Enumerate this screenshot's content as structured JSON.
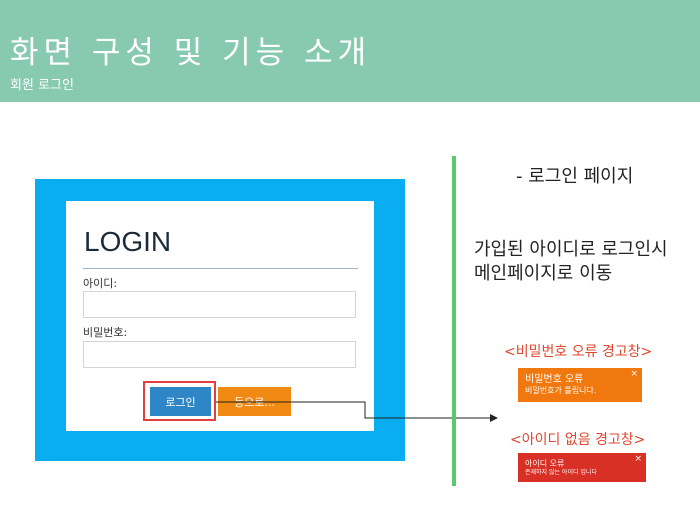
{
  "header": {
    "title": "화면 구성 및 기능 소개",
    "subtitle": "회원 로그인"
  },
  "login_form": {
    "title": "LOGIN",
    "id_label": "아이디:",
    "id_value": "",
    "password_label": "비밀번호:",
    "password_value": "",
    "login_button": "로그인",
    "signup_button": "등으로..."
  },
  "description": {
    "title": "- 로그인 페이지",
    "body": "가입된 아이디로 로그인시\n메인페이지로 이동"
  },
  "password_alert": {
    "label": "<비밀번호 오류 경고창>",
    "title": "비밀번호 오류",
    "message": "비밀번호가 틀립니다.",
    "close": "×"
  },
  "id_alert": {
    "label": "<아이디 없음 경고창>",
    "title": "아이디 오류",
    "message": "존재하지 않는 아이디 입니다",
    "close": "×"
  },
  "colors": {
    "header": "#88c9b1",
    "panel": "#0aaef0",
    "login_button": "#2f86c6",
    "signup_button": "#f08a12",
    "divider": "#5cc96e",
    "pw_alert": "#f0780e",
    "id_alert": "#d93025",
    "highlight": "#e53e3e"
  }
}
